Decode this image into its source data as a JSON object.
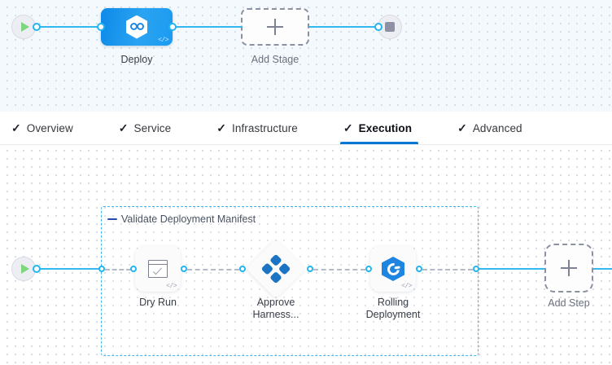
{
  "theme": {
    "accent_blue": "#0278d5",
    "link_blue": "#33b7f0",
    "stage_blue": "#1b9bf0",
    "dashed_gray": "#8b91a0",
    "group_border": "#41b9ef",
    "canvas_top_bg": "#f3f9fc",
    "canvas_bottom_bg": "#ffffff",
    "play_green": "#7ed67e",
    "stop_gray": "#8d91a3"
  },
  "stage_canvas": {
    "start_node": {
      "name": "pipeline-start",
      "icon": "play-icon"
    },
    "end_node": {
      "name": "pipeline-end",
      "icon": "stop-icon"
    },
    "stages": [
      {
        "label": "Deploy",
        "icon": "harness-deploy-icon",
        "code_badge": "</>",
        "selected": true
      }
    ],
    "add_stage": {
      "label": "Add Stage",
      "icon": "plus-icon"
    }
  },
  "tabs": [
    {
      "label": "Overview",
      "icon": "check-icon",
      "active": false
    },
    {
      "label": "Service",
      "icon": "check-icon",
      "active": false
    },
    {
      "label": "Infrastructure",
      "icon": "check-icon",
      "active": false
    },
    {
      "label": "Execution",
      "icon": "check-icon",
      "active": true
    },
    {
      "label": "Advanced",
      "icon": "check-icon",
      "active": false
    }
  ],
  "step_canvas": {
    "start_node": {
      "name": "execution-start",
      "icon": "play-icon"
    },
    "group": {
      "title": "Validate Deployment Manifest",
      "collapse_icon": "collapse-dash-icon"
    },
    "steps": [
      {
        "label": "Dry Run",
        "icon": "dry-run-icon",
        "shape": "square",
        "code_badge": "</>"
      },
      {
        "label": "Approve\nHarness...",
        "icon": "approval-clover-icon",
        "shape": "diamond",
        "code_badge": ""
      },
      {
        "label": "Rolling\nDeployment",
        "icon": "rolling-deployment-icon",
        "shape": "square",
        "code_badge": "</>"
      }
    ],
    "add_step": {
      "label": "Add Step",
      "icon": "plus-icon"
    }
  }
}
